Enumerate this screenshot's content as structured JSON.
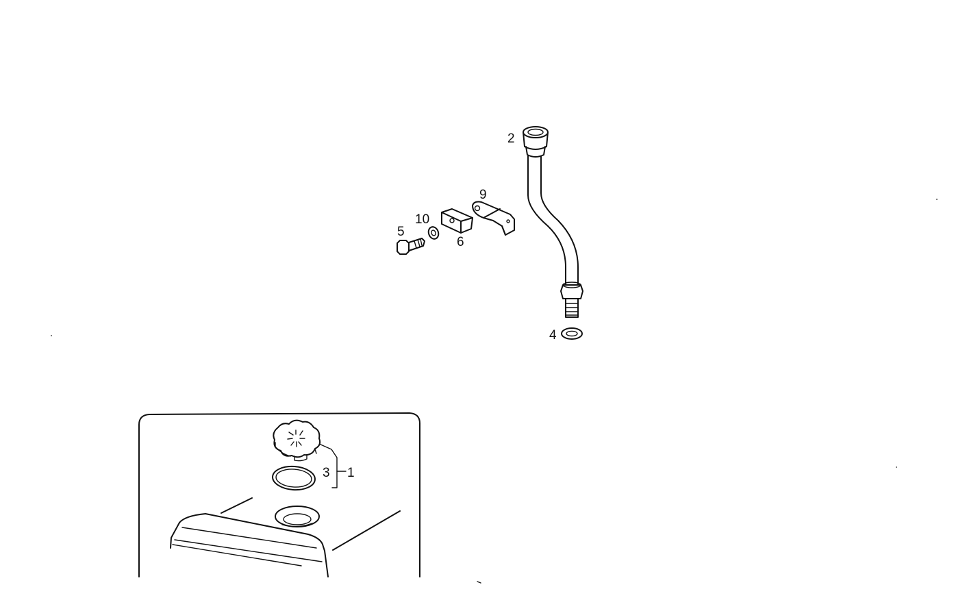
{
  "diagram": {
    "type": "exploded parts diagram",
    "callouts": {
      "part_1": "1",
      "part_2": "2",
      "part_3": "3",
      "part_4": "4",
      "part_5": "5",
      "part_6": "6",
      "part_9": "9",
      "part_10": "10"
    },
    "colors": {
      "line": "#111111",
      "background": "#ffffff"
    }
  }
}
